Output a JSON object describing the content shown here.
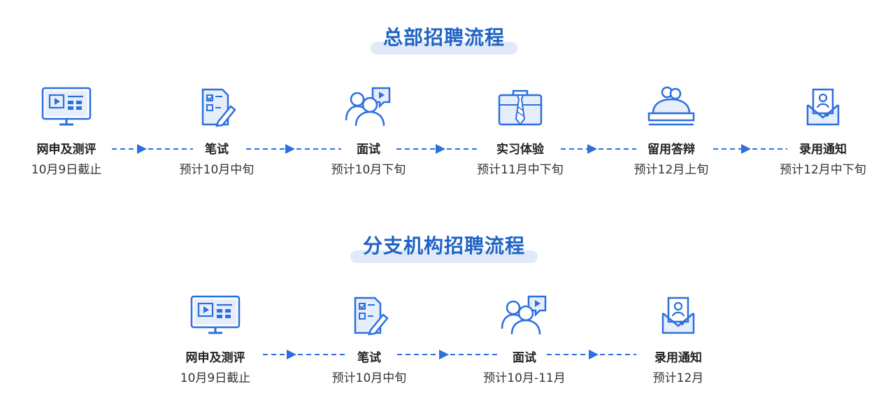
{
  "sections": [
    {
      "title": "总部招聘流程",
      "steps": [
        {
          "name": "网申及测评",
          "date": "10月9日截止",
          "icon": "monitor-video-icon"
        },
        {
          "name": "笔试",
          "date": "预计10月中旬",
          "icon": "document-pen-icon"
        },
        {
          "name": "面试",
          "date": "预计10月下旬",
          "icon": "people-chat-icon"
        },
        {
          "name": "实习体验",
          "date": "预计11月中下旬",
          "icon": "briefcase-tie-icon"
        },
        {
          "name": "留用答辩",
          "date": "预计12月上旬",
          "icon": "meeting-table-icon"
        },
        {
          "name": "录用通知",
          "date": "预计12月中下旬",
          "icon": "envelope-letter-icon"
        }
      ]
    },
    {
      "title": "分支机构招聘流程",
      "steps": [
        {
          "name": "网申及测评",
          "date": "10月9日截止",
          "icon": "monitor-video-icon"
        },
        {
          "name": "笔试",
          "date": "预计10月中旬",
          "icon": "document-pen-icon"
        },
        {
          "name": "面试",
          "date": "预计10月-11月",
          "icon": "people-chat-icon"
        },
        {
          "name": "录用通知",
          "date": "预计12月",
          "icon": "envelope-letter-icon"
        }
      ]
    }
  ],
  "colors": {
    "accent": "#2c6fde",
    "title": "#1f63c6",
    "pill": "#dfe9f7"
  }
}
